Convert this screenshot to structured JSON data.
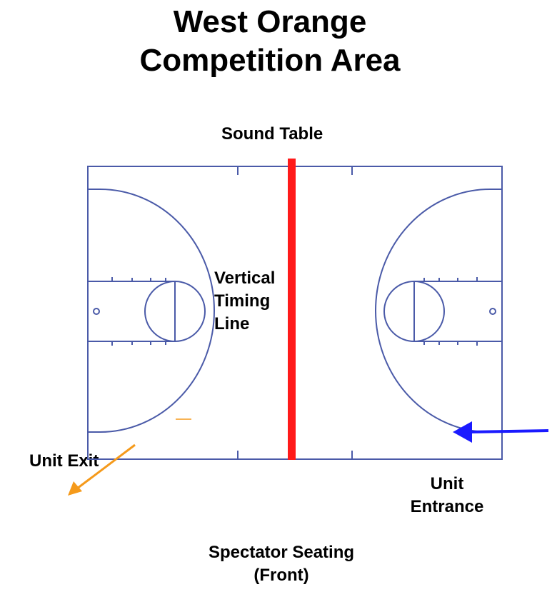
{
  "title": {
    "line1": "West Orange",
    "line2": "Competition Area"
  },
  "labels": {
    "sound_table": "Sound Table",
    "timing_line": [
      "Vertical",
      "Timing",
      "Line"
    ],
    "unit_exit": "Unit Exit",
    "unit_entrance": [
      "Unit",
      "Entrance"
    ],
    "spectator": [
      "Spectator Seating",
      "(Front)"
    ]
  },
  "colors": {
    "court_lines": "#4a5aa8",
    "timing_line": "#ff1a1a",
    "exit_arrow": "#f59a1b",
    "entrance_arrow": "#1a1aff"
  }
}
